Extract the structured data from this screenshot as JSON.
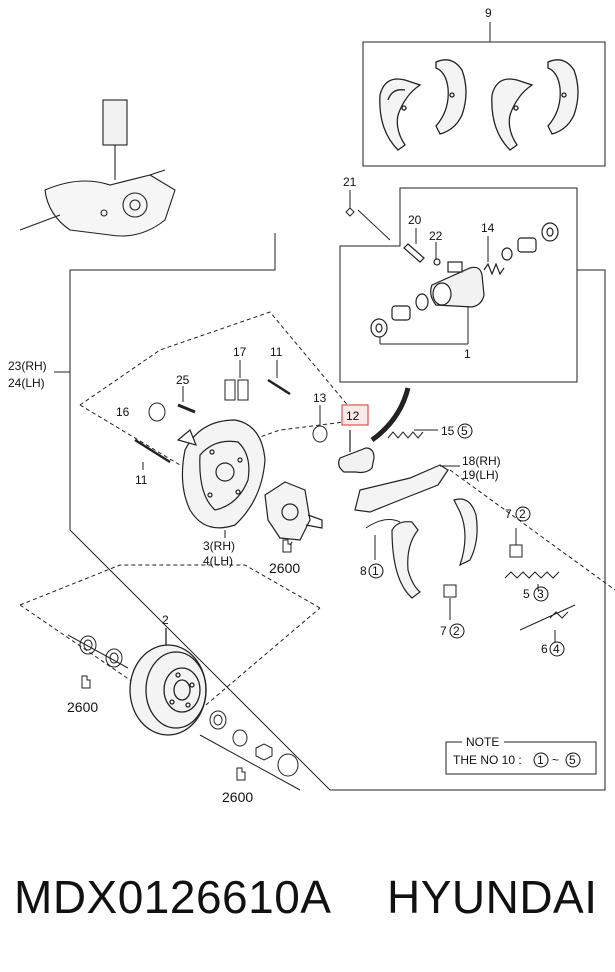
{
  "labels": {
    "l9": "9",
    "l21": "21",
    "l20": "20",
    "l22": "22",
    "l14": "14",
    "l1": "1",
    "l23": "23(RH)",
    "l24": "24(LH)",
    "l17": "17",
    "l11a": "11",
    "l25": "25",
    "l16": "16",
    "l11b": "11",
    "l13": "13",
    "l12": "12",
    "l15": "15",
    "l15n": "5",
    "l18": "18(RH)",
    "l19": "19(LH)",
    "l3": "3(RH)",
    "l4": "4(LH)",
    "l2600a": "2600",
    "l7a": "7",
    "l7an": "2",
    "l8": "8",
    "l8n": "1",
    "l5": "5",
    "l5n": "3",
    "l7b": "7",
    "l7bn": "2",
    "l6": "6",
    "l6n": "4",
    "l2": "2",
    "l2600b": "2600",
    "l2600c": "2600"
  },
  "note": {
    "title": "NOTE",
    "prefix": "THE NO 10 : ",
    "from": "1",
    "sep": "~",
    "to": "5"
  },
  "highlight_color": "#e05050",
  "footer": {
    "part_code": "MDX0126610A",
    "brand": "HYUNDAI"
  }
}
